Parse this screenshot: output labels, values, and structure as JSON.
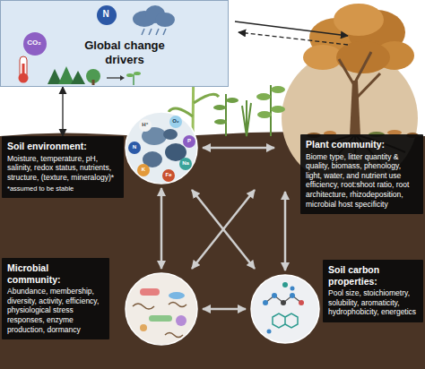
{
  "diagram": {
    "nodes": [
      {
        "text": [
          "Global change drivers"
        ]
      },
      {
        "text": [
          "Soil environment:",
          "Moisture, temperature, pH, salinity, redox status, nutrients, structure, (texture, mineralogy)*",
          "*assumed to be stable"
        ]
      },
      {
        "text": [
          "Plant community:",
          "Biome type, litter quantity & quality, biomass, phenology, light, water, and nutrient use efficiency, root:shoot ratio, root architecture, rhizodeposition, microbial host specificity"
        ]
      },
      {
        "text": [
          "Microbial community:",
          "Abundance, membership, diversity, activity, efficiency, physiological stress responses, enzyme production, dormancy"
        ]
      },
      {
        "text": [
          "Soil carbon properties:",
          "Pool size, stoichiometry, solubility, aromaticity, hydrophobicity, energetics"
        ]
      }
    ],
    "edges": [
      {
        "from": 0,
        "to": 1,
        "arrow": "both"
      }
    ],
    "labels": [
      "N",
      "CO₂",
      "H⁺",
      "O₂",
      "N",
      "P",
      "K",
      "Fe",
      "Na"
    ]
  }
}
